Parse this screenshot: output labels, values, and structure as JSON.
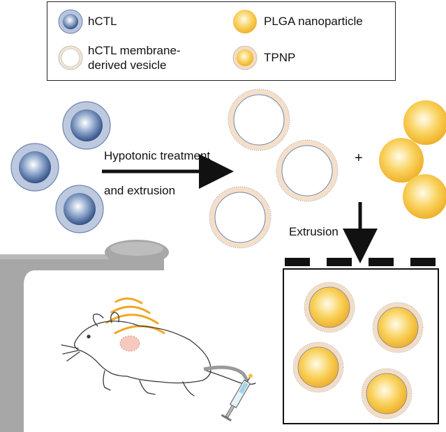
{
  "legend": {
    "hctl": "hCTL",
    "vesicle_line1": "hCTL membrane-",
    "vesicle_line2": "derived vesicle",
    "plga": "PLGA nanoparticle",
    "tpnp": "TPNP"
  },
  "steps": {
    "hypotonic_line1": "Hypotonic treatment",
    "hypotonic_line2": "and extrusion",
    "plus": "+",
    "extrusion": "Extrusion"
  },
  "colors": {
    "cell_blue": "#5a79a8",
    "membrane_peach": "#f3d9c0",
    "plga_yellow": "#f5bf3a",
    "imager_gray": "#a6a6a6"
  }
}
